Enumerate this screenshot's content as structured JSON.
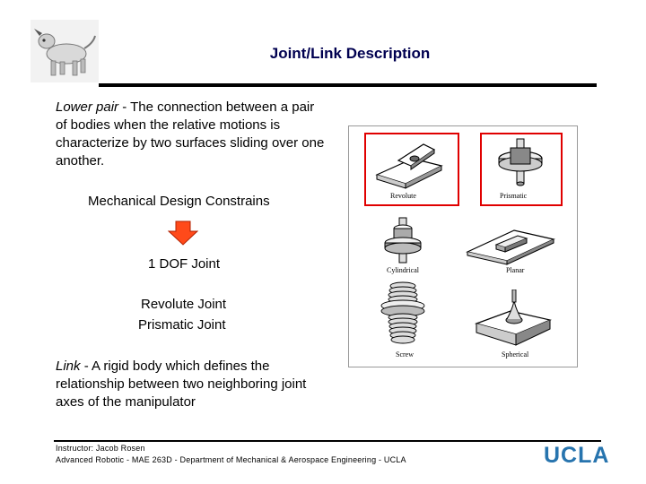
{
  "slide": {
    "title": "Joint/Link Description"
  },
  "lower_pair": {
    "term": "Lower pair",
    "definition": " - The connection between a pair of bodies when the relative motions is characterize by two surfaces sliding over one another."
  },
  "constraints": {
    "heading": "Mechanical Design Constrains",
    "result": "1 DOF Joint",
    "joint_1": "Revolute Joint",
    "joint_2": "Prismatic Joint"
  },
  "link": {
    "term": "Link",
    "definition": " - A rigid body which defines the relationship between two neighboring joint axes of the manipulator"
  },
  "figure": {
    "labels": {
      "revolute": "Revolute",
      "prismatic": "Prismatic",
      "cylindrical": "Cylindrical",
      "planar": "Planar",
      "screw": "Screw",
      "spherical": "Spherical"
    },
    "highlight_color": "#e00000"
  },
  "footer": {
    "line1": "Instructor: Jacob Rosen",
    "line2": "Advanced Robotic - MAE 263D - Department of Mechanical & Aerospace Engineering - UCLA",
    "logo_text": "UCLA",
    "logo_color": "#2774ae"
  },
  "icons": {
    "robot": "robot-dog-logo-icon",
    "arrow": "down-arrow-icon"
  }
}
